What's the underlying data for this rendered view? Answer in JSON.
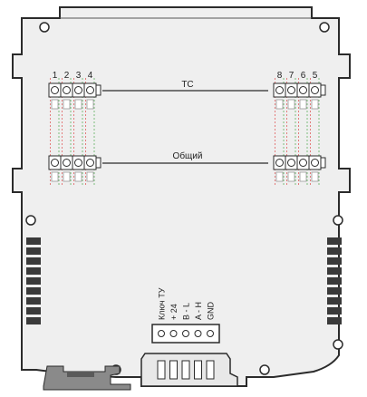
{
  "terminals": {
    "top_left": [
      "1",
      "2",
      "3",
      "4"
    ],
    "top_right": [
      "8",
      "7",
      "6",
      "5"
    ]
  },
  "bus_labels": {
    "tc": "ТС",
    "common": "Общий"
  },
  "connector_pins": [
    "Ключ ТУ",
    "+ 24",
    "B - L",
    "A - H",
    "GND"
  ],
  "colors": {
    "body": "#efefef",
    "outline": "#2b2b2b",
    "red_trace": "#e06060",
    "green_trace": "#5fb05f",
    "vent": "#3a3a3a",
    "latch": "#8a8a8a"
  }
}
